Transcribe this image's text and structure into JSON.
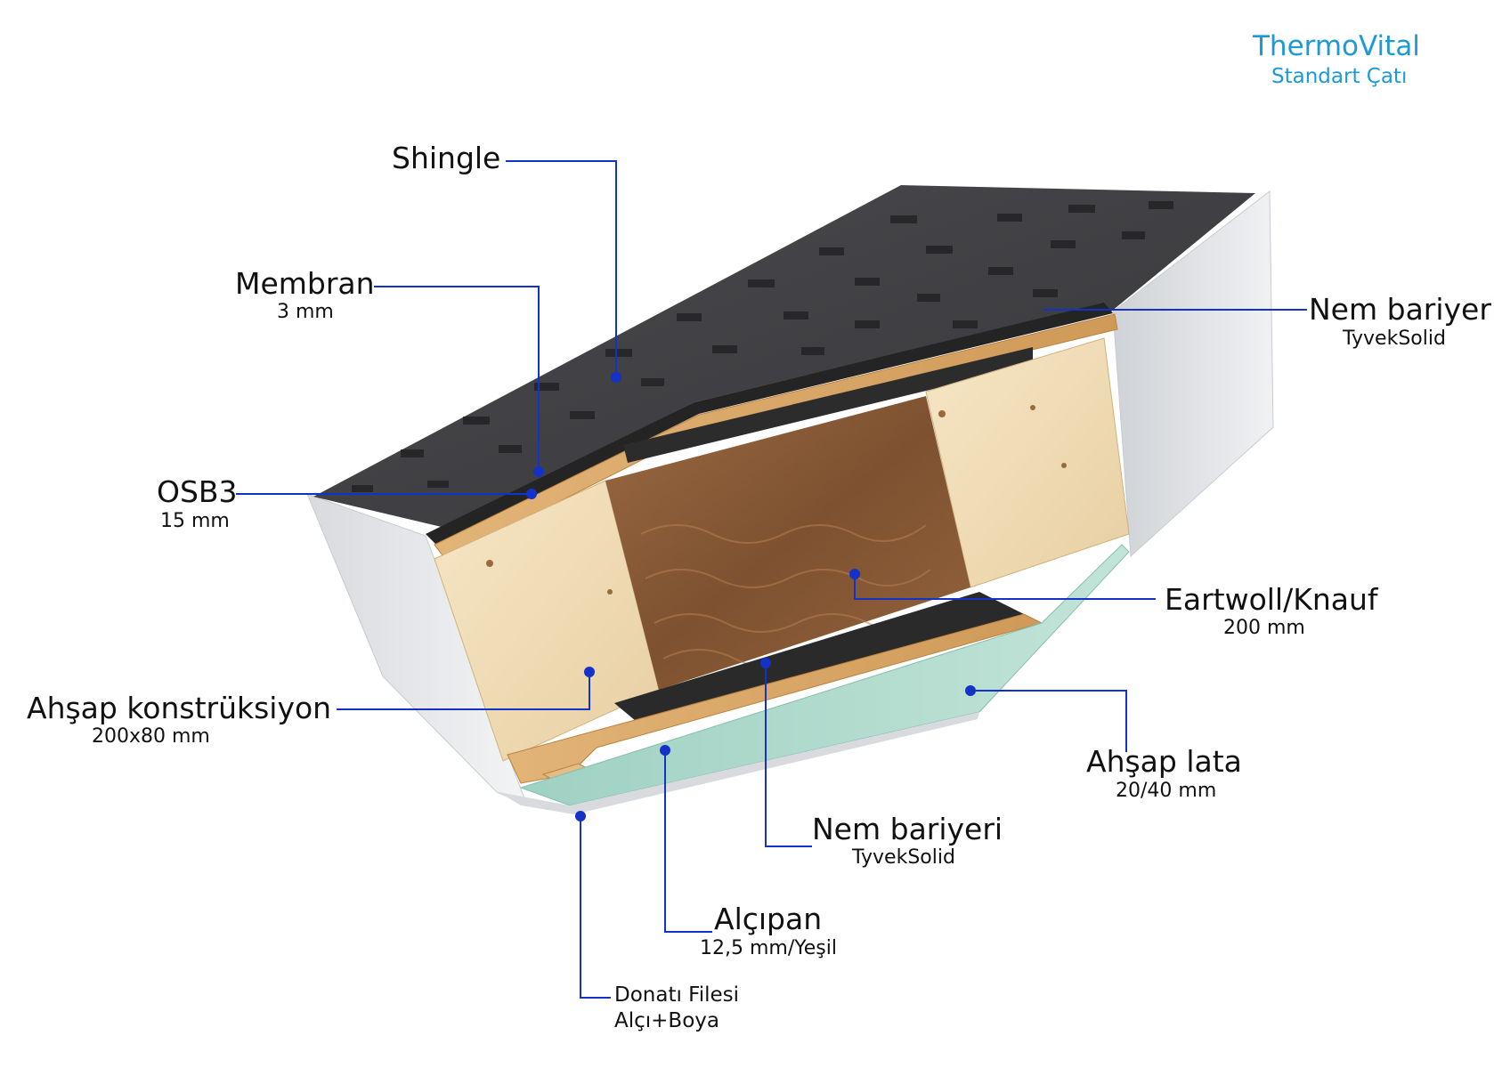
{
  "brand": {
    "title": "ThermoVital",
    "subtitle": "Standart Çatı"
  },
  "labels": {
    "shingle": {
      "name": "Shingle"
    },
    "membran": {
      "name": "Membran",
      "spec": "3 mm"
    },
    "osb3": {
      "name": "OSB3",
      "spec": "15 mm"
    },
    "ahsap_konstruksiyon": {
      "name": "Ahşap konstrüksiyon",
      "spec": "200x80 mm"
    },
    "nem_bariyeri_top": {
      "name": "Nem bariyeri",
      "spec": "TyvekSolid"
    },
    "eartwoll": {
      "name": "Eartwoll/Knauf",
      "spec": "200 mm"
    },
    "ahsap_lata": {
      "name": "Ahşap lata",
      "spec": "20/40 mm"
    },
    "nem_bariyeri_bottom": {
      "name": "Nem bariyeri",
      "spec": "TyvekSolid"
    },
    "alcipan": {
      "name": "Alçıpan",
      "spec": "12,5 mm/Yeşil"
    },
    "donati": {
      "name": "Donatı Filesi",
      "spec": "Alçı+Boya"
    }
  },
  "colors": {
    "leader": "#1431c8",
    "brand": "#1c9ad6",
    "shingle": "#3d3d40",
    "membrane": "#2b2b2b",
    "osb": "#d9a867",
    "timber": "#f0dcb4",
    "insulation": "#8a5a36",
    "gypsum": "#a9d6c8",
    "wall": "#eceef1"
  }
}
